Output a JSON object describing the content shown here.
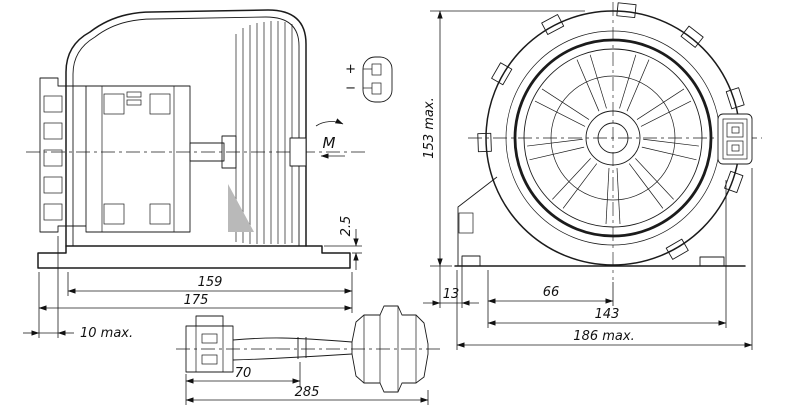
{
  "colors": {
    "line": "#1b1b1b",
    "background": "#ffffff",
    "shading": "#b9b9b9"
  },
  "side_view": {
    "rotation_label": "M",
    "polarity_plus": "+",
    "polarity_minus": "−",
    "dim_159": "159",
    "dim_175": "175",
    "dim_10_max": "10 max.",
    "dim_2_5": "2.5"
  },
  "front_view": {
    "dim_153_max": "153 max.",
    "dim_13": "13",
    "dim_66": "66",
    "dim_143": "143",
    "dim_186_max": "186 max."
  },
  "cable_view": {
    "dim_70": "70",
    "dim_285": "285"
  }
}
